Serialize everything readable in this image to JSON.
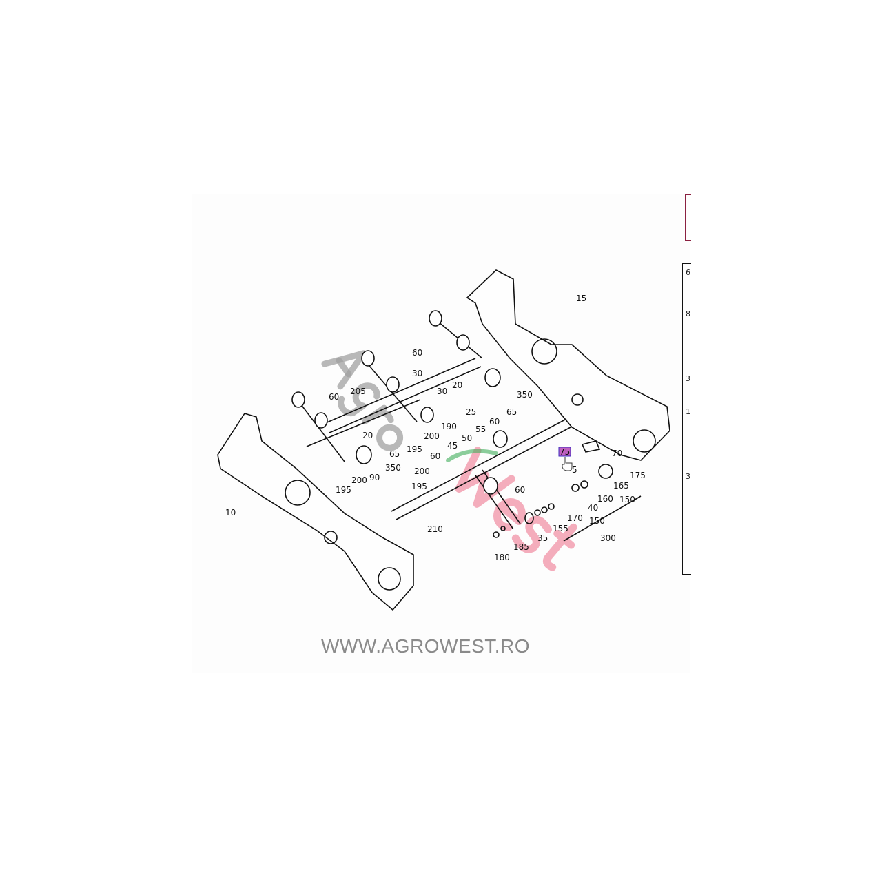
{
  "diagram": {
    "part_labels": [
      "15",
      "60",
      "30",
      "20",
      "350",
      "205",
      "60",
      "30",
      "25",
      "65",
      "60",
      "55",
      "190",
      "50",
      "45",
      "200",
      "20",
      "65",
      "195",
      "60",
      "200",
      "90",
      "350",
      "200",
      "195",
      "195",
      "10",
      "210",
      "60",
      "75",
      "70",
      "5",
      "175",
      "165",
      "160",
      "150",
      "40",
      "150",
      "170",
      "155",
      "35",
      "300",
      "185",
      "180"
    ],
    "highlighted_label": "75",
    "watermark": [
      "Agro",
      "West"
    ],
    "side_table_fragments": [
      "6",
      "8",
      "3",
      "1",
      "3"
    ]
  },
  "footer": {
    "url": "WWW.AGROWEST.RO"
  },
  "colors": {
    "highlight": "#c060c0",
    "watermark_gray": "#a0a0a0",
    "watermark_green": "#3fae5a",
    "watermark_pink": "#f08aa0"
  }
}
